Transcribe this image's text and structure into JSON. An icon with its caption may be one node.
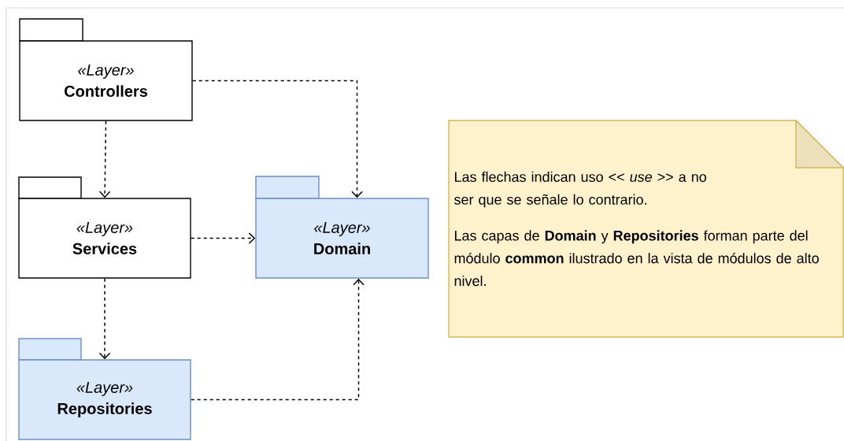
{
  "diagram": {
    "nodes": [
      {
        "text": [
          "«Layer»",
          "Controllers"
        ]
      },
      {
        "text": [
          "«Layer»",
          "Services"
        ]
      },
      {
        "text": [
          "«Layer»",
          "Domain"
        ]
      },
      {
        "text": [
          "«Layer»",
          "Repositories"
        ]
      },
      {
        "text": [
          "Las flechas indican uso << *use* >> a no ser que se señale lo contrario.",
          "Las capas de **Domain** y **Repositories** forman parte del módulo **common** ilustrado en la vista de módulos de alto nivel."
        ]
      }
    ],
    "edges": [
      {
        "from": 0,
        "to": 1,
        "arrow": "to",
        "style": "dashed"
      },
      {
        "from": 0,
        "to": 2,
        "arrow": "to",
        "style": "dashed"
      },
      {
        "from": 1,
        "to": 2,
        "arrow": "to",
        "style": "dashed"
      },
      {
        "from": 1,
        "to": 3,
        "arrow": "to",
        "style": "dashed"
      },
      {
        "from": 3,
        "to": 2,
        "arrow": "to",
        "style": "dashed"
      }
    ]
  }
}
